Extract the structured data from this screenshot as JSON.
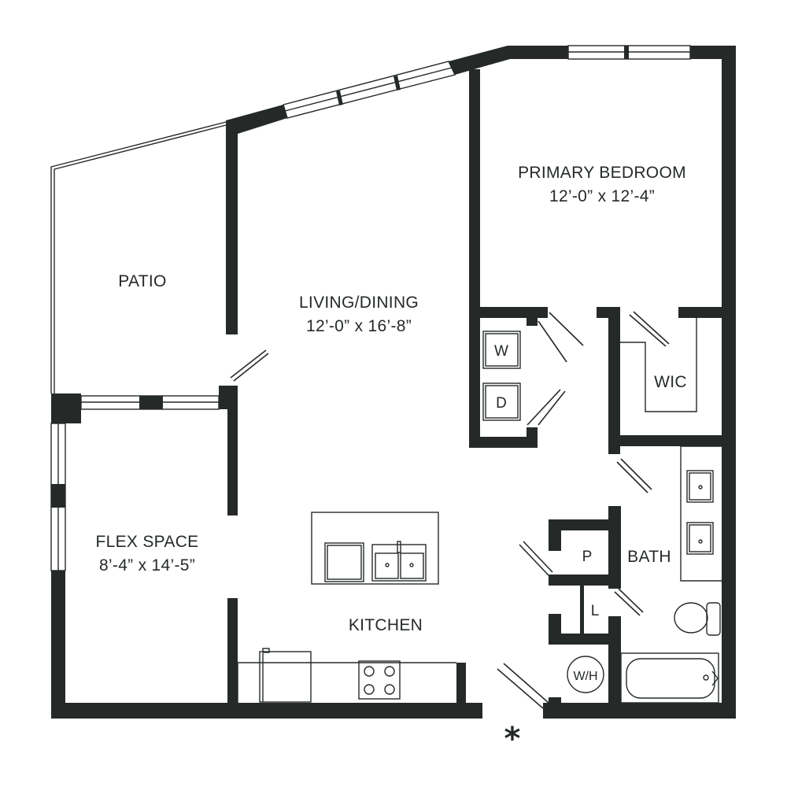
{
  "rooms": {
    "primary_bedroom": {
      "name": "PRIMARY BEDROOM",
      "size": "12’-0” x 12’-4”"
    },
    "patio": {
      "name": "PATIO"
    },
    "living_dining": {
      "name": "LIVING/DINING",
      "size": "12’-0” x 16’-8”"
    },
    "flex_space": {
      "name": "FLEX SPACE",
      "size": "8’-4” x 14’-5”"
    },
    "kitchen": {
      "name": "KITCHEN"
    },
    "bath": {
      "name": "BATH"
    },
    "wic": {
      "name": "WIC"
    }
  },
  "fixtures": {
    "washer": "W",
    "dryer": "D",
    "pantry": "P",
    "linen": "L",
    "water_heater": "W/H"
  },
  "entry_marker": "*"
}
